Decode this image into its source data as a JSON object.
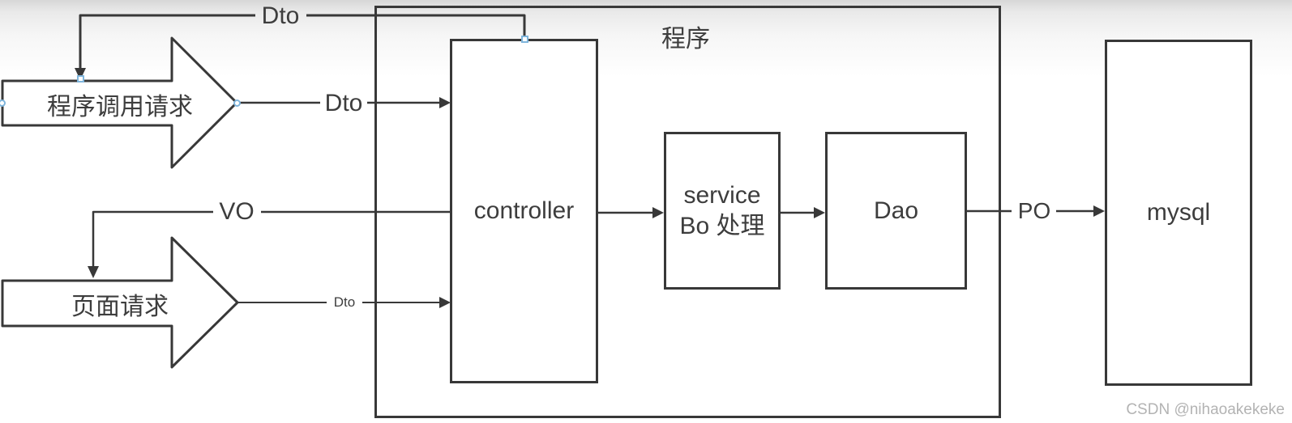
{
  "diagram": {
    "container_label": "程序",
    "inputs": {
      "program_call": "程序调用请求",
      "page_request": "页面请求"
    },
    "nodes": {
      "controller": "controller",
      "service_line1": "service",
      "service_line2": "Bo 处理",
      "dao": "Dao",
      "mysql": "mysql"
    },
    "edge_labels": {
      "dto_top": "Dto",
      "dto_mid": "Dto",
      "dto_small": "Dto",
      "vo": "VO",
      "po": "PO"
    },
    "colors": {
      "stroke": "#383838",
      "text": "#3d3d3d",
      "connector_accent": "#7fb5dc",
      "watermark": "#b3b3b3"
    },
    "watermark": "CSDN @nihaoakekeke"
  }
}
